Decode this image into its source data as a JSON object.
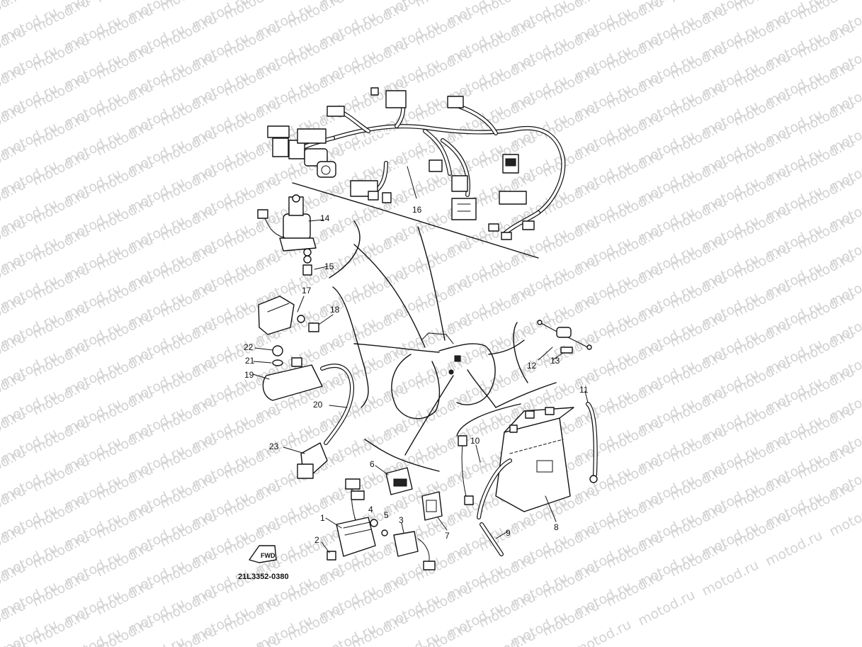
{
  "diagram": {
    "watermark_text": "motod.ru",
    "drawing_number": "21L3352-0380",
    "fwd_label": "FWD",
    "callouts": [
      {
        "id": "c1",
        "label": "1"
      },
      {
        "id": "c2",
        "label": "2"
      },
      {
        "id": "c3",
        "label": "3"
      },
      {
        "id": "c4",
        "label": "4"
      },
      {
        "id": "c5",
        "label": "5"
      },
      {
        "id": "c6",
        "label": "6"
      },
      {
        "id": "c7",
        "label": "7"
      },
      {
        "id": "c8",
        "label": "8"
      },
      {
        "id": "c9",
        "label": "9"
      },
      {
        "id": "c10",
        "label": "10"
      },
      {
        "id": "c11",
        "label": "11"
      },
      {
        "id": "c12",
        "label": "12"
      },
      {
        "id": "c13",
        "label": "13"
      },
      {
        "id": "c14",
        "label": "14"
      },
      {
        "id": "c15",
        "label": "15"
      },
      {
        "id": "c16",
        "label": "16"
      },
      {
        "id": "c17",
        "label": "17"
      },
      {
        "id": "c18",
        "label": "18"
      },
      {
        "id": "c19",
        "label": "19"
      },
      {
        "id": "c20",
        "label": "20"
      },
      {
        "id": "c21",
        "label": "21"
      },
      {
        "id": "c22",
        "label": "22"
      },
      {
        "id": "c23",
        "label": "23"
      }
    ]
  }
}
